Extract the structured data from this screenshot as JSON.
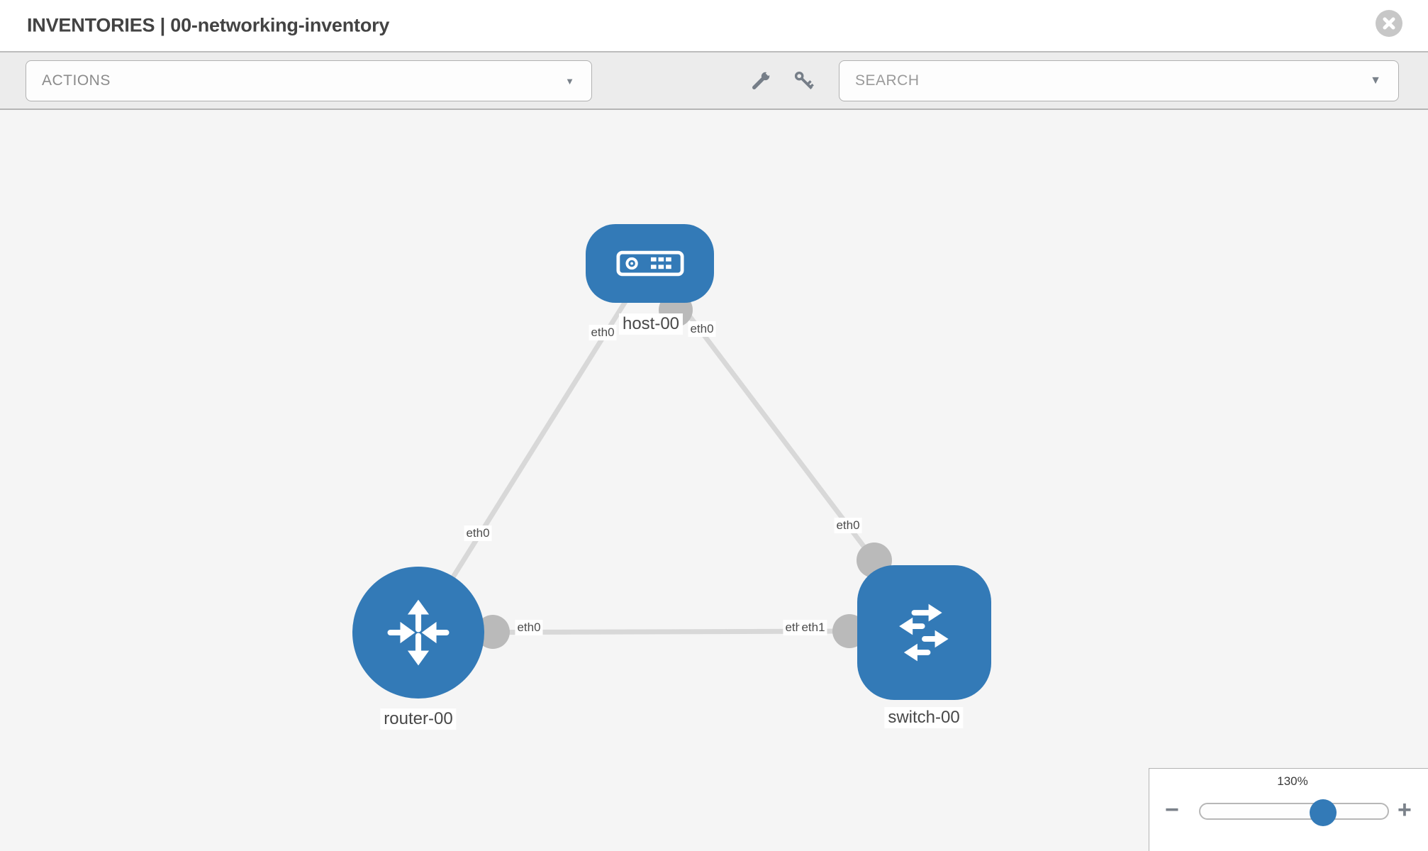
{
  "header": {
    "title": "INVENTORIES | 00-networking-inventory"
  },
  "toolbar": {
    "actions_label": "ACTIONS",
    "search_placeholder": "SEARCH"
  },
  "icons": {
    "caret_glyph": "▼"
  },
  "colors": {
    "node_blue": "#337ab7",
    "link_gray": "#d8d8d8",
    "port_gray": "#bababa",
    "toolbar_icon_gray": "#767e88"
  },
  "topology": {
    "nodes": [
      {
        "label": "host-00",
        "type": "host"
      },
      {
        "label": "router-00",
        "type": "router"
      },
      {
        "label": "switch-00",
        "type": "switch"
      }
    ],
    "interface_labels": [
      {
        "text": "eth0"
      },
      {
        "text": "eth0"
      },
      {
        "text": "eth0"
      },
      {
        "text": "eth0"
      },
      {
        "text": "eth0"
      },
      {
        "text": "eth0"
      },
      {
        "text": "eth1"
      }
    ]
  },
  "zoom_control": {
    "level": "130%",
    "minus_label": "−",
    "plus_label": "+"
  }
}
